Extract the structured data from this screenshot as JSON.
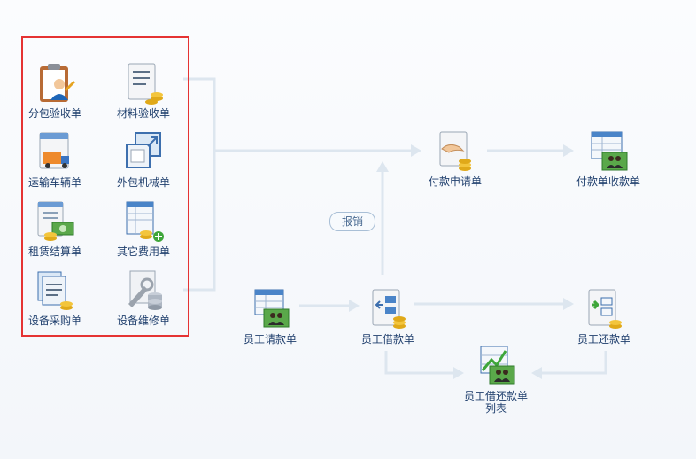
{
  "nodes": {
    "subcontract_acceptance": "分包验收单",
    "material_acceptance": "材料验收单",
    "transport_vehicle": "运输车辆单",
    "outsourced_machinery": "外包机械单",
    "lease_settlement": "租赁结算单",
    "other_expense": "其它费用单",
    "equipment_purchase": "设备采购单",
    "equipment_repair": "设备维修单",
    "payment_request": "付款申请单",
    "payment_receipt": "付款单收款单",
    "employee_request": "员工请款单",
    "employee_loan": "员工借款单",
    "employee_repay": "员工还款单",
    "loan_repay_list": "员工借还款单列表"
  },
  "reimburse_tag": "报销",
  "colors": {
    "highlight_border": "#e53333",
    "connector": "#dde6ef",
    "label_text": "#1f3f6d"
  },
  "icons": {
    "subcontract_acceptance": "clipboard-person-icon",
    "material_acceptance": "document-coins-icon",
    "transport_vehicle": "document-truck-icon",
    "outsourced_machinery": "window-arrow-icon",
    "lease_settlement": "document-money-icon",
    "other_expense": "sheet-add-icon",
    "equipment_purchase": "stacked-documents-icon",
    "equipment_repair": "wrench-database-icon",
    "payment_request": "hand-coins-icon",
    "payment_receipt": "sheet-people-icon",
    "employee_request": "sheet-people-icon",
    "employee_loan": "flow-coins-icon",
    "employee_repay": "flow-arrow-coins-icon",
    "loan_repay_list": "chart-people-icon"
  }
}
